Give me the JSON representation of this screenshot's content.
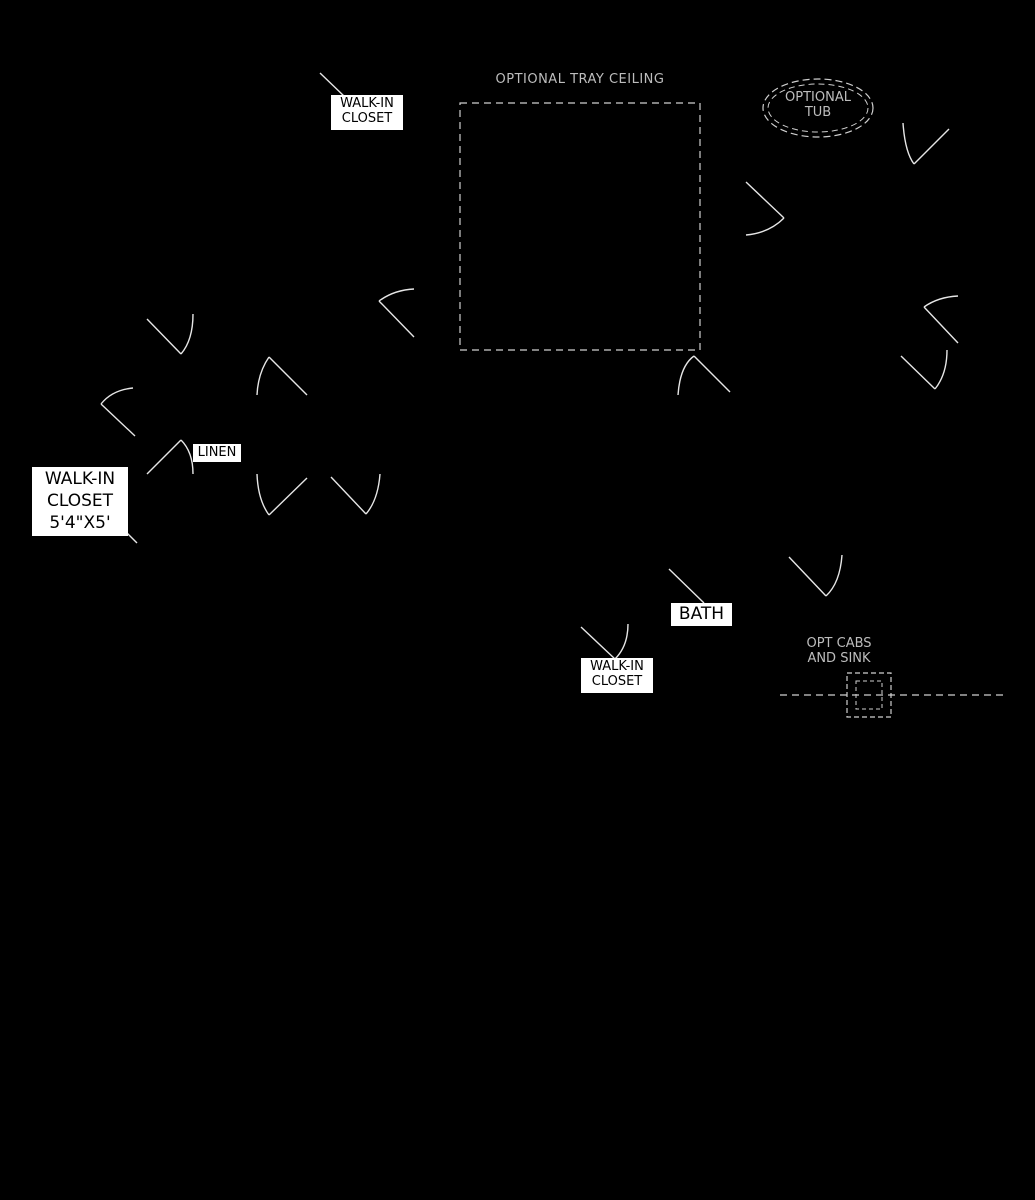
{
  "plan": {
    "colors": {
      "background": "#000000",
      "door_line": "#e6e6e6",
      "label_box": "#ffffff",
      "label_text": "#000000",
      "annotation_text": "#bdbdbd",
      "dashed": "#cfcfcf"
    },
    "labels": {
      "walk_in_closet_top": [
        "WALK-IN",
        "CLOSET"
      ],
      "optional_tray_ceiling": "OPTIONAL TRAY CEILING",
      "optional_tub": [
        "OPTIONAL",
        "TUB"
      ],
      "linen": "LINEN",
      "walk_in_closet_left": [
        "WALK-IN",
        "CLOSET",
        "5'4\"X5'"
      ],
      "bath": "BATH",
      "walk_in_closet_bottom": [
        "WALK-IN",
        "CLOSET"
      ],
      "opt_cabs_and_sink": [
        "OPT CABS",
        "AND SINK"
      ]
    }
  }
}
